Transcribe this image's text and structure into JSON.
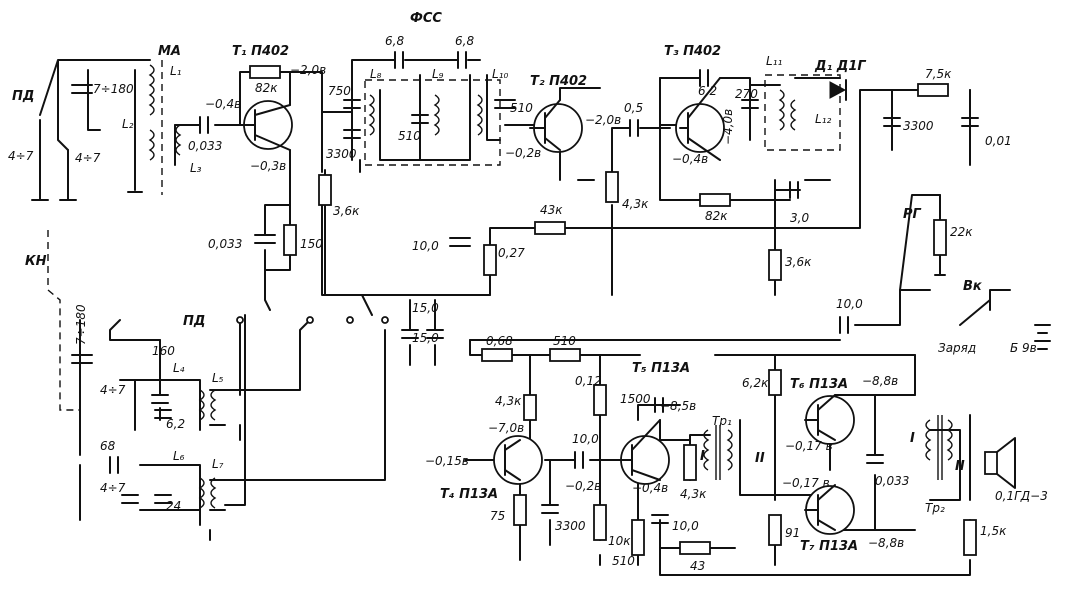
{
  "labels": {
    "pd_top": "ПД",
    "ma": "МА",
    "l1": "L₁",
    "l2": "L₂",
    "l3": "L₃",
    "c_tune_top": "7÷180",
    "c_trim_a": "4÷7",
    "c_trim_b": "4÷7",
    "c_couple": "0,033",
    "t1": "T₁ П402",
    "r_82k_t1": "82к",
    "v_t1_c": "−2,0в",
    "v_t1_b": "−0,4в",
    "v_t1_e": "−0,3в",
    "c_0033_mid": "0,033",
    "r_150": "150",
    "fss": "ФСС",
    "c_68a": "6,8",
    "c_68b": "6,8",
    "c_750": "750",
    "c_3300a": "3300",
    "c_510a": "510",
    "c_510b": "510",
    "l8": "L₈",
    "l9": "L₉",
    "l10": "L₁₀",
    "r_36k_a": "3,6к",
    "v_t2_e": "−0,2в",
    "t2": "T₂ П402",
    "v_t2_c": "−2,0в",
    "c_05": "0,5",
    "r_43k_t2": "4,3к",
    "t3": "T₃ П402",
    "c_62_t3": "6,2",
    "c_270": "270",
    "l11": "L₁₁",
    "l12": "L₁₂",
    "v_t3_c": "−4,0в",
    "v_t3_b": "−0,4в",
    "r_82k_t3": "82к",
    "c_30": "3,0",
    "d1": "Д₁ Д1Г",
    "r_75k": "7,5к",
    "c_3300b": "3300",
    "c_001": "0,01",
    "rg": "РГ",
    "r_22k": "22к",
    "r_43k": "43к",
    "c_10_supply": "10,0",
    "r_027": "0,27",
    "r_36k_b": "3,6к",
    "kn": "КН",
    "pd_mid": "ПД",
    "c_tune_low": "7÷180",
    "c_160": "160",
    "c_trim_c": "4÷7",
    "c_62_low": "6,2",
    "l4": "L₄",
    "l5": "L₅",
    "c_68_low": "68",
    "c_trim_d": "4÷7",
    "c_24": "24",
    "l6": "L₆",
    "l7": "L₇",
    "c_15a": "15,0",
    "c_15b": "15,0",
    "c_10_af": "10,0",
    "vk": "Вк",
    "zaryad": "Заряд",
    "batt": "Б 9в",
    "r_068": "0,68",
    "r_510": "510",
    "r_012": "0,12",
    "t5": "T₅ П13А",
    "c_1500": "1500",
    "v_t5_c": "−8,5в",
    "r_62k": "6,2к",
    "t6": "T₆ П13А",
    "v_t6_c": "−8,8в",
    "r_43k_t4": "4,3к",
    "v_t4_c": "−7,0в",
    "v_t4_b": "−0,15в",
    "t4": "T₄ П13А",
    "r_75": "75",
    "c_3300c": "3300",
    "c_10_t5": "10,0",
    "v_t5_b": "−0,2в",
    "v_t5_e": "−0,4в",
    "r_10k": "10к",
    "r_510b": "510",
    "c_10_t5e": "10,0",
    "r_43": "43",
    "r_43k_tr": "4,3к",
    "tr1": "Тр₁",
    "winding_I_a": "I",
    "winding_II_a": "II",
    "v_017a": "−0,17 в",
    "v_017b": "−0,17 в",
    "r_91": "91",
    "c_0033_out": "0,033",
    "winding_I_b": "I",
    "winding_II_b": "II",
    "tr2": "Тр₂",
    "spk": "0,1ГД−3",
    "r_15k": "1,5к",
    "t7": "T₇ П13А",
    "v_t7_c": "−8,8в"
  },
  "colors": {
    "ink": "#111111",
    "paper": "#ffffff"
  }
}
